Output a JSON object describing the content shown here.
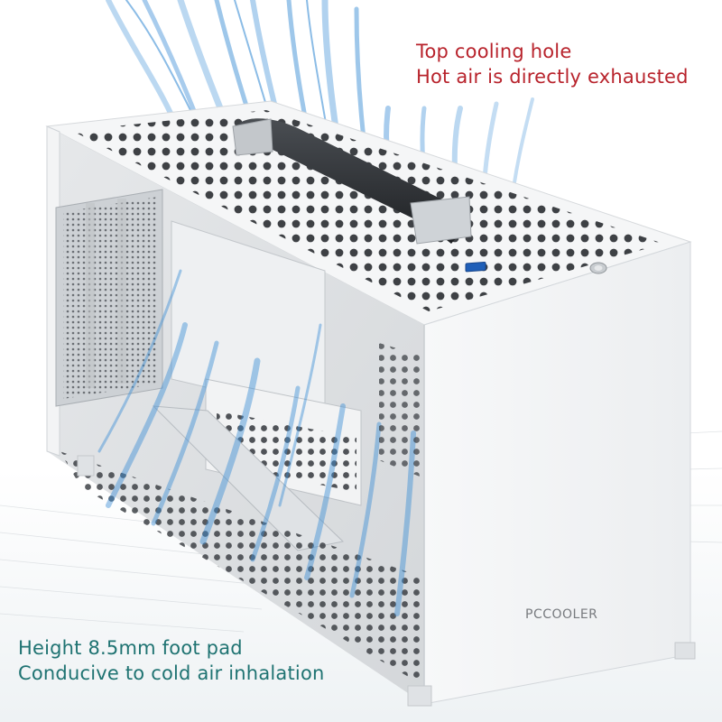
{
  "captions": {
    "top": {
      "line1": "Top cooling hole",
      "line2": "Hot air is directly exhausted"
    },
    "bottom": {
      "line1": "Height 8.5mm foot pad",
      "line2": "Conducive to cold air inhalation"
    }
  },
  "brand": {
    "logo_text": "PCCOOLER"
  },
  "colors": {
    "top_caption": "#b8232c",
    "bottom_caption": "#1f7372",
    "airflow": "#3d8fd6",
    "case_body": "#f4f5f6"
  }
}
